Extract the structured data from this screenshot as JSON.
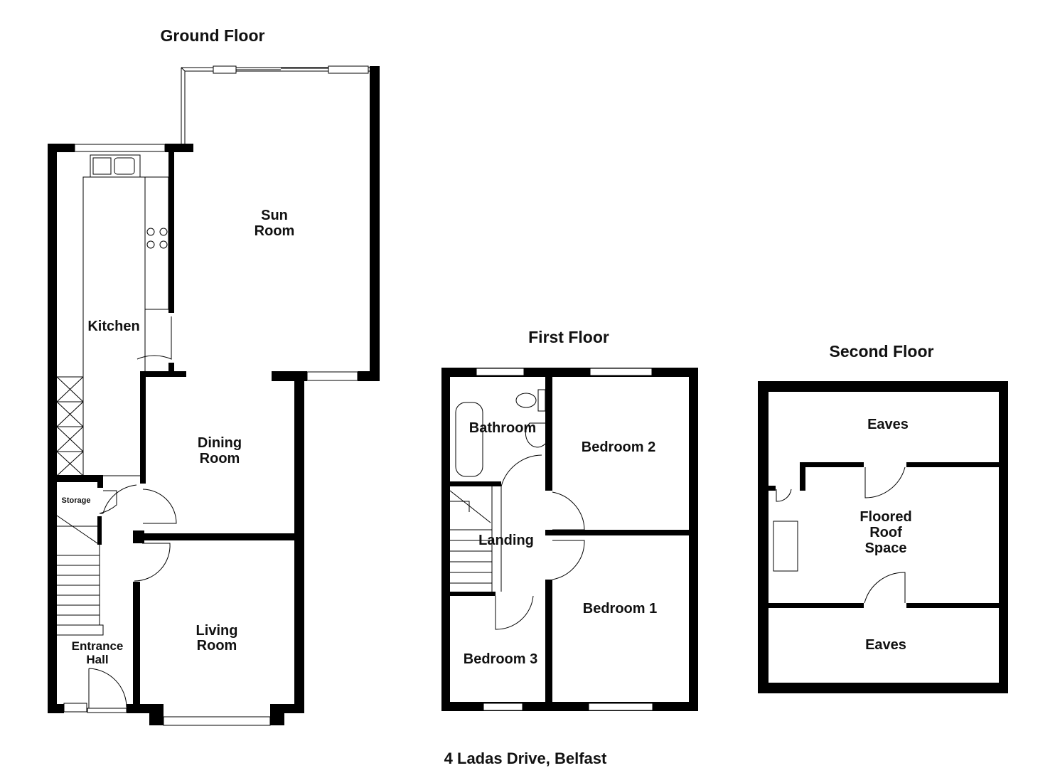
{
  "floors": {
    "ground": {
      "title": "Ground Floor",
      "rooms": {
        "sun_room_1": "Sun",
        "sun_room_2": "Room",
        "kitchen": "Kitchen",
        "dining_1": "Dining",
        "dining_2": "Room",
        "storage": "Storage",
        "living_1": "Living",
        "living_2": "Room",
        "hall_1": "Entrance",
        "hall_2": "Hall"
      }
    },
    "first": {
      "title": "First Floor",
      "rooms": {
        "bathroom": "Bathroom",
        "bedroom2": "Bedroom 2",
        "landing": "Landing",
        "bedroom1": "Bedroom 1",
        "bedroom3": "Bedroom 3"
      }
    },
    "second": {
      "title": "Second Floor",
      "rooms": {
        "eaves_top": "Eaves",
        "roof_1": "Floored",
        "roof_2": "Roof",
        "roof_3": "Space",
        "eaves_bottom": "Eaves"
      }
    }
  },
  "address": "4 Ladas Drive, Belfast"
}
